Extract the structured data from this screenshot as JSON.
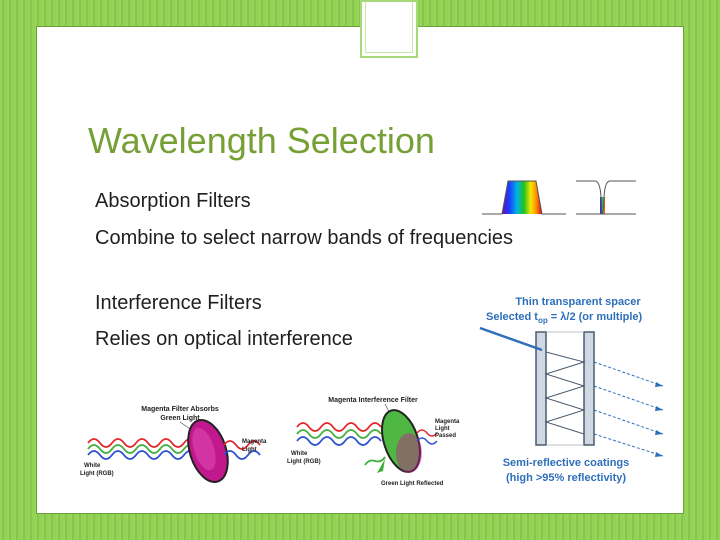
{
  "title": "Wavelength Selection",
  "section1": {
    "heading": "Absorption Filters",
    "description": "Combine to select narrow bands of frequencies"
  },
  "section2": {
    "heading": "Interference Filters",
    "description": "Relies on optical interference"
  },
  "diagram_absorption": {
    "title_line1": "Magenta Filter Absorbs",
    "title_line2": "Green Light",
    "input_line1": "White",
    "input_line2": "Light (RGB)",
    "output_line1": "Magenta",
    "output_line2": "Light"
  },
  "diagram_interference": {
    "title": "Magenta Interference Filter",
    "input_line1": "White",
    "input_line2": "Light (RGB)",
    "passed_line1": "Magenta",
    "passed_line2": "Light",
    "passed_line3": "Passed",
    "reflected": "Green Light Reflected"
  },
  "diagram_spacer": {
    "top_line1": "Thin transparent spacer",
    "top_line2_prefix": "Selected t",
    "top_line2_sub": "op",
    "top_line2_suffix": " = λ/2 (or multiple)",
    "bottom_line1": "Semi-reflective coatings",
    "bottom_line2": "(high >95% reflectivity)"
  },
  "colors": {
    "background": "#8fd14f",
    "title": "#76a035",
    "body_text": "#1f1f1f",
    "diagram_blue": "#2e6fba",
    "magenta": "#c2188e",
    "filter_green": "#4fb842"
  }
}
